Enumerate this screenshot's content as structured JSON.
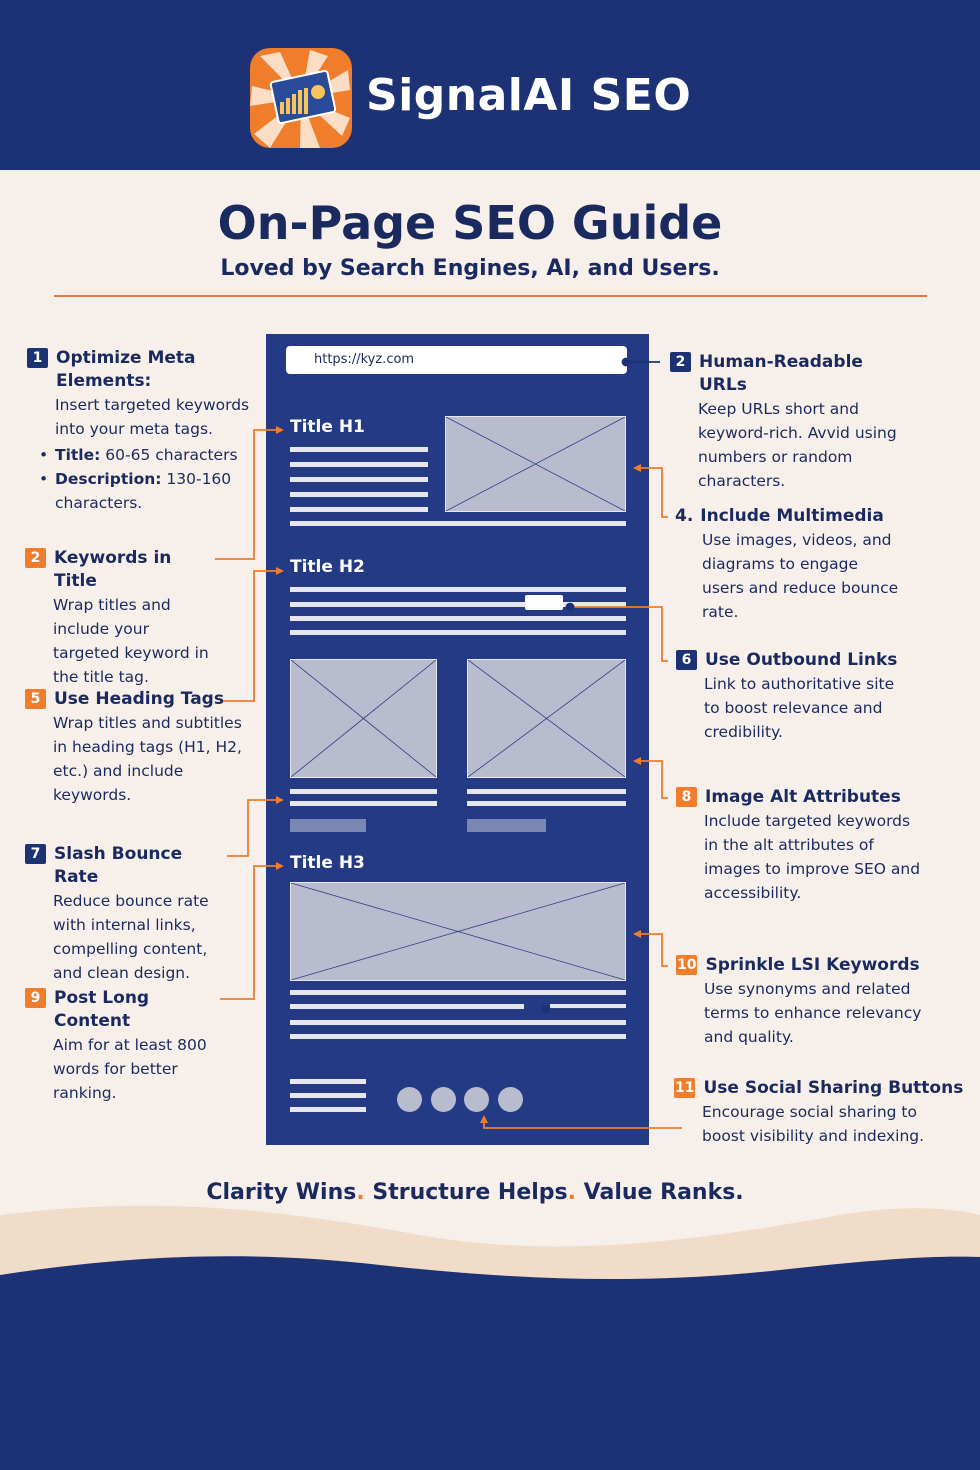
{
  "brand": {
    "name": "SignalAI SEO"
  },
  "header": {
    "title": "On-Page SEO Guide",
    "subtitle": "Loved by Search Engines, AI, and Users."
  },
  "mockup": {
    "url": "https://kyz.com",
    "h1": "Title H1",
    "h2": "Title H2",
    "h3": "Title H3"
  },
  "tips": [
    {
      "number": "1",
      "title": "Optimize Meta Elements:",
      "body": "Insert targeted keywords into your meta tags.",
      "bullets": [
        {
          "label": "Title:",
          "text": "60-65 characters"
        },
        {
          "label": "Description:",
          "text": "130-160 characters."
        }
      ]
    },
    {
      "number": "2",
      "title": "Keywords in Title",
      "body": "Wrap titles and include your targeted keyword in the title tag."
    },
    {
      "number": "5",
      "title": "Use Heading Tags",
      "body": "Wrap titles and subtitles in heading tags (H1, H2, etc.) and include keywords."
    },
    {
      "number": "7",
      "title": "Slash Bounce Rate",
      "body": "Reduce bounce rate with internal links, compelling content, and clean design."
    },
    {
      "number": "9",
      "title": "Post Long Content",
      "body": "Aim for at least 800 words for better ranking."
    },
    {
      "number": "2",
      "title": "Human-Readable URLs",
      "body": "Keep URLs short and keyword-rich. Avvid using numbers or random characters."
    },
    {
      "number": "4.",
      "title": "Include Multimedia",
      "body": "Use images, videos, and diagrams to engage users and reduce bounce rate."
    },
    {
      "number": "6",
      "title": "Use Outbound Links",
      "body": "Link to authoritative site to boost relevance and credibility."
    },
    {
      "number": "8",
      "title": "Image Alt Attributes",
      "body": "Include targeted keywords in the alt attributes of images to improve SEO and accessibility."
    },
    {
      "number": "10",
      "title": "Sprinkle LSI Keywords",
      "body": "Use synonyms and related terms to enhance relevancy and quality."
    },
    {
      "number": "11",
      "title": "Use Social Sharing Buttons",
      "body": "Encourage social sharing to boost visibility and indexing."
    }
  ],
  "footer": {
    "taglines": [
      "Clarity Wins",
      "Structure Helps",
      "Value Ranks."
    ],
    "separator": "."
  },
  "colors": {
    "navy": "#1d3275",
    "orange": "#ef7d2c",
    "cream": "#f7efe9"
  },
  "icons": {
    "logo": "megaphone-sunburst-icon"
  }
}
